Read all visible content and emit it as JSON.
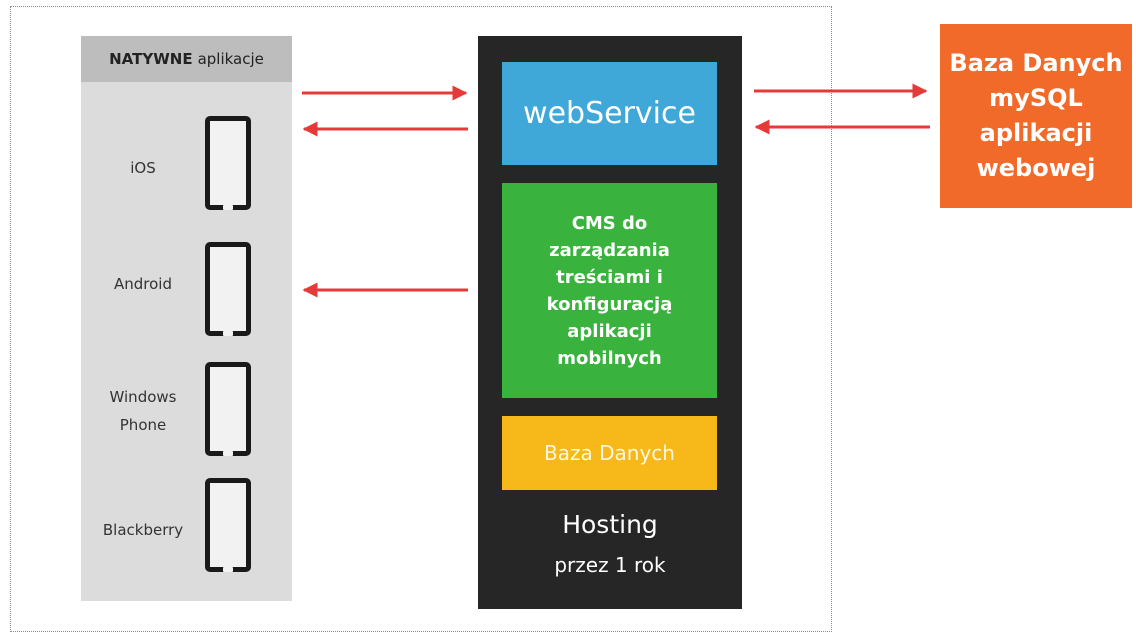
{
  "native_panel": {
    "header_bold": "NATYWNE",
    "header_rest": "aplikacje",
    "platforms": [
      "iOS",
      "Android",
      "Windows\nPhone",
      "Blackberry"
    ]
  },
  "hosting": {
    "webservice": "webService",
    "cms": "CMS do\nzarządzania\ntreściami i\nkonfiguracją\naplikacji\nmobilnych",
    "database": "Baza Danych",
    "title": "Hosting",
    "subtitle": "przez 1 rok"
  },
  "external_db": {
    "label": "Baza Danych\nmySQL\naplikacji\nwebowej"
  },
  "colors": {
    "webservice": "#3fa8d8",
    "cms": "#39b33d",
    "database": "#f7b81a",
    "external_db": "#f26a2a",
    "hosting_bg": "#262626",
    "arrow": "#e53a3a"
  }
}
